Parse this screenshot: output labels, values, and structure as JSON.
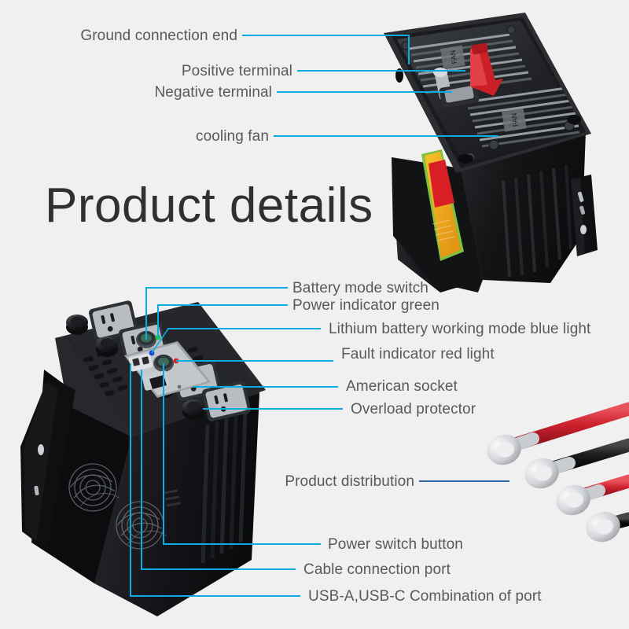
{
  "page": {
    "background_color": "#f0f0f0",
    "title": "Product details",
    "title_color": "#2f3033",
    "label_color": "#58595b",
    "callout_color": "#0babe4",
    "callout_color_alt": "#2d6ca8"
  },
  "callouts_top": [
    {
      "id": "ground-connection-end",
      "label": "Ground connection end"
    },
    {
      "id": "positive-terminal",
      "label": "Positive terminal"
    },
    {
      "id": "negative-terminal",
      "label": "Negative terminal"
    },
    {
      "id": "cooling-fan",
      "label": "cooling fan"
    }
  ],
  "callouts_middle": [
    {
      "id": "battery-mode-switch",
      "label": "Battery mode switch"
    },
    {
      "id": "power-indicator-green",
      "label": "Power indicator green"
    },
    {
      "id": "lithium-battery-blue-light",
      "label": "Lithium battery working mode blue light"
    },
    {
      "id": "fault-indicator-red-light",
      "label": "Fault indicator red light"
    },
    {
      "id": "american-socket",
      "label": "American socket"
    },
    {
      "id": "overload-protector",
      "label": "Overload protector"
    }
  ],
  "callouts_bottom": [
    {
      "id": "product-distribution",
      "label": "Product distribution"
    },
    {
      "id": "power-switch-button",
      "label": "Power switch button"
    },
    {
      "id": "cable-connection-port",
      "label": "Cable connection port"
    },
    {
      "id": "usb-combination-port",
      "label": "USB-A,USB-C  Combination of port"
    }
  ],
  "product_top": {
    "name": "power-inverter-top-view",
    "body_color": "#1b1c1e",
    "heatsink_color": "#3a3c40",
    "positive_terminal_color": "#cc2029",
    "fan_marking": "FAN",
    "warning_label_color": "#f0a81e",
    "warning_label_accent": "#d81f26"
  },
  "product_bottom": {
    "name": "power-inverter-front-panel",
    "body_color": "#131416",
    "panel_color": "#b9bcc0",
    "indicators": [
      {
        "id": "power-indicator",
        "color": "#21c24a"
      },
      {
        "id": "lithium-mode-indicator",
        "color": "#1649d6"
      },
      {
        "id": "fault-indicator",
        "color": "#e02020"
      }
    ],
    "socket_count": 4,
    "overload_button_count": 4,
    "fan_grille_count": 2
  },
  "cables": [
    {
      "id": "cable-red-1",
      "color": "#cf2430",
      "lug_color": "#d9dade"
    },
    {
      "id": "cable-black-1",
      "color": "#17181a",
      "lug_color": "#d9dade"
    },
    {
      "id": "cable-red-2",
      "color": "#cf2430",
      "lug_color": "#d9dade"
    },
    {
      "id": "cable-black-2",
      "color": "#17181a",
      "lug_color": "#d9dade"
    }
  ]
}
